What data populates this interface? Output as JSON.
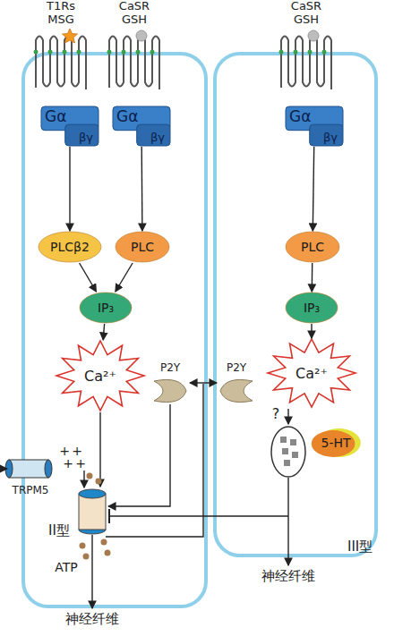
{
  "diagram": {
    "nodes": [
      {
        "text": [
          "II型"
        ]
      },
      {
        "text": [
          "III型"
        ]
      },
      {
        "text": [
          "Gα",
          "βγ"
        ],
        "in": 0
      },
      {
        "text": [
          "Gα",
          "βγ"
        ],
        "in": 0
      },
      {
        "text": [
          "Gα",
          "βγ"
        ],
        "in": 1
      },
      {
        "text": [
          "PLCβ2"
        ],
        "in": 0
      },
      {
        "text": [
          "PLC"
        ],
        "in": 0
      },
      {
        "text": [
          "PLC"
        ],
        "in": 1
      },
      {
        "text": [
          "IP₃"
        ],
        "in": 0
      },
      {
        "text": [
          "IP₃"
        ],
        "in": 1
      },
      {
        "text": [
          "Ca²⁺"
        ],
        "in": 0
      },
      {
        "text": [
          "Ca²⁺"
        ],
        "in": 1
      },
      {
        "text": [
          "TRPM5"
        ],
        "in": 0
      },
      {
        "text": [
          "P2Y"
        ],
        "in": 0
      },
      {
        "text": [
          "P2Y"
        ],
        "in": 1
      },
      {
        "text": [
          "5-HT"
        ],
        "in": 1
      }
    ],
    "edges": [
      {
        "from": 2,
        "to": 5,
        "arrow": "to"
      },
      {
        "from": 3,
        "to": 6,
        "arrow": "to"
      },
      {
        "from": 4,
        "to": 7,
        "arrow": "to"
      },
      {
        "from": 5,
        "to": 8,
        "arrow": "to"
      },
      {
        "from": 6,
        "to": 8,
        "arrow": "to"
      },
      {
        "from": 7,
        "to": 9,
        "arrow": "to"
      },
      {
        "from": 8,
        "to": 10,
        "arrow": "to"
      },
      {
        "from": 9,
        "to": 11,
        "arrow": "to"
      },
      {
        "from": 13,
        "to": 14,
        "arrow": "both"
      }
    ],
    "labels": [
      "T1Rs MSG",
      "CaSR GSH",
      "CaSR GSH",
      "?",
      "+",
      "+",
      "+",
      "+",
      "ATP",
      "神经纤维",
      "神经纤维"
    ]
  }
}
